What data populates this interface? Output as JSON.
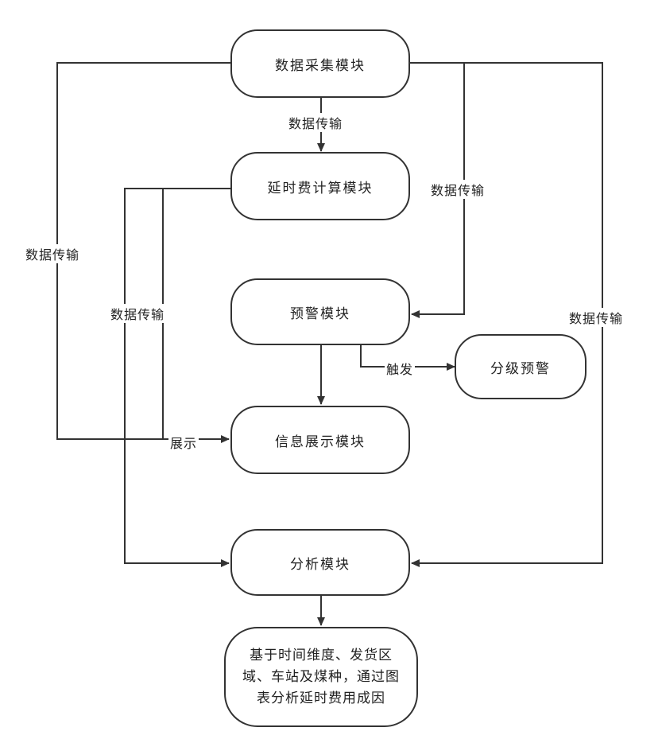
{
  "nodes": {
    "collect": "数据采集模块",
    "delay_calc": "延时费计算模块",
    "warning": "预警模块",
    "level_warning": "分级预警",
    "display": "信息展示模块",
    "analysis": "分析模块",
    "result": "基于时间维度、发货区域、车站及煤种，通过图表分析延时费用成因"
  },
  "labels": {
    "transfer_center": "数据传输",
    "transfer_right_inner": "数据传输",
    "transfer_left_outer": "数据传输",
    "transfer_left_inner": "数据传输",
    "transfer_right_outer": "数据传输",
    "trigger": "触发",
    "show": "展示"
  },
  "colors": {
    "line": "#333333",
    "text": "#222222"
  }
}
